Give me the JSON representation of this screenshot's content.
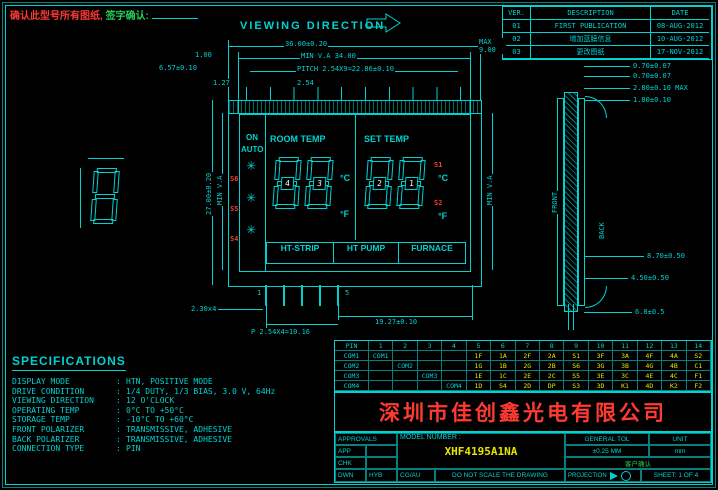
{
  "colors": {
    "line": "#00d2d2",
    "yellow": "#e8e400",
    "red": "#ff3a32",
    "green": "#22cc55"
  },
  "note": {
    "red_text": "确认此型号所有图纸,",
    "green_text": "签字确认:"
  },
  "viewing_direction": "VIEWING DIRECTION",
  "revision_table": {
    "headers": [
      "VER.",
      "DESCRIPTION",
      "DATE"
    ],
    "rows": [
      {
        "ver": "01",
        "description": "FIRST PUBLICATION",
        "date": "08-AUG-2012"
      },
      {
        "ver": "02",
        "description": "增加蓝膜信息",
        "date": "10-AUG-2012"
      },
      {
        "ver": "03",
        "description": "更改图纸",
        "date": "17-NOV-2012"
      }
    ]
  },
  "lcd": {
    "on": "ON",
    "auto": "AUTO",
    "room_temp": "ROOM TEMP",
    "set_temp": "SET TEMP",
    "modes": [
      "HT-STRIP",
      "HT PUMP",
      "FURNACE"
    ],
    "digit_labels": [
      "4",
      "3",
      "2",
      "1"
    ],
    "deg_c": "°C",
    "deg_f": "°F",
    "s1": "S1",
    "s2": "S2",
    "s4": "S4",
    "s5": "S5",
    "s6": "S6",
    "snowflake": "✳",
    "pin_first": "1",
    "pin_last": "5"
  },
  "dims": {
    "width": "36.00±0.20",
    "va_width": "MIN V.A 34.00",
    "pitch": "PITCH 2.54X9=22.86±0.10",
    "d100": "1.00",
    "d657": "6.57±0.10",
    "d127": "1.27",
    "d254": "2.54",
    "height": "27.00±0.20",
    "va_height": "MIN V.A",
    "va_right": "MIN V.A",
    "max9": "MAX 9.00",
    "pin_len": "2.30x4",
    "pin_pitch": "P 2.54X4=10.16",
    "right_span": "19.27±0.10"
  },
  "side": {
    "front": "FRONT",
    "back": "BACK",
    "t1": "0.70±0.07",
    "t2": "0.70±0.07",
    "t3": "2.80±0.10 MAX",
    "t4": "1.80±0.10",
    "h1": "8.70±0.50",
    "h2": "4.50±0.50",
    "h3": "6.8±0.5"
  },
  "specifications": {
    "title": "SPECIFICATIONS",
    "items": [
      {
        "label": "DISPLAY MODE",
        "value": "HTN, POSITIVE MODE"
      },
      {
        "label": "DRIVE CONDITION",
        "value": "1/4 DUTY, 1/3 BIAS, 3.0 V, 64Hz"
      },
      {
        "label": "VIEWING DIRECTION",
        "value": "12 O'CLOCK"
      },
      {
        "label": "OPERATING TEMP",
        "value": "0°C TO +50°C"
      },
      {
        "label": "STORAGE TEMP",
        "value": "-10°C TO +60°C"
      },
      {
        "label": "FRONT POLARIZER",
        "value": "TRANSMISSIVE, ADHESIVE"
      },
      {
        "label": "BACK POLARIZER",
        "value": "TRANSMISSIVE, ADHESIVE"
      },
      {
        "label": "CONNECTION TYPE",
        "value": "PIN"
      }
    ]
  },
  "pin_table": {
    "header": [
      "PIN",
      "1",
      "2",
      "3",
      "4",
      "5",
      "6",
      "7",
      "8",
      "9",
      "10",
      "11",
      "12",
      "13",
      "14"
    ],
    "rows": [
      [
        "COM1",
        "COM1",
        "",
        "",
        "",
        "1F",
        "1A",
        "2F",
        "2A",
        "S1",
        "3F",
        "3A",
        "4F",
        "4A",
        "S2"
      ],
      [
        "COM2",
        "",
        "COM2",
        "",
        "",
        "1G",
        "1B",
        "2G",
        "2B",
        "S6",
        "3G",
        "3B",
        "4G",
        "4B",
        "C1"
      ],
      [
        "COM3",
        "",
        "",
        "COM3",
        "",
        "1E",
        "1C",
        "2E",
        "2C",
        "S5",
        "3E",
        "3C",
        "4E",
        "4C",
        "F1"
      ],
      [
        "COM4",
        "",
        "",
        "",
        "COM4",
        "1D",
        "S4",
        "2D",
        "DP",
        "S3",
        "3D",
        "K1",
        "4D",
        "K2",
        "F2"
      ]
    ]
  },
  "company_name": "深圳市佳创鑫光电有限公司",
  "title_block": {
    "approvals": "APPROVALS",
    "app": "APP",
    "chk": "CHK",
    "dwn": "DWN",
    "hyb": "HYB",
    "cg": "CG/AU",
    "model_label": "MODEL NUMBER :",
    "model_value": "XHF4195A1NA",
    "no_scale": "DO NOT SCALE THE DRAWING",
    "projection": "PROJECTION",
    "sheet": "SHEET: 1 OF 4",
    "general_tol_label": "GENERAL TOL",
    "general_tol_value": "±0.25 MM",
    "unit_label": "UNIT",
    "unit_value": "mm",
    "customer": "客户确认"
  }
}
